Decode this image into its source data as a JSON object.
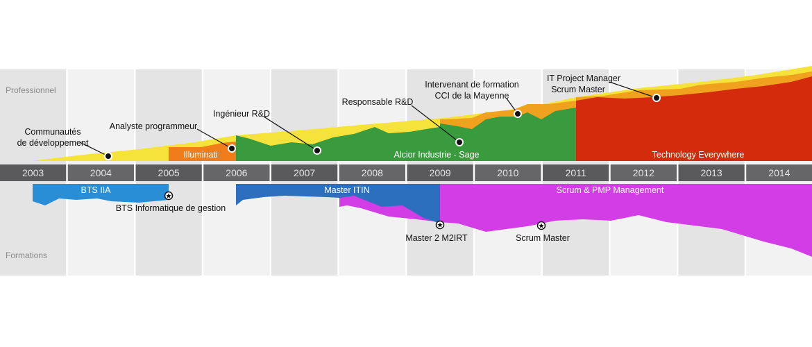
{
  "sections": {
    "professional": "Professionnel",
    "education": "Formations"
  },
  "years": [
    "2003",
    "2004",
    "2005",
    "2006",
    "2007",
    "2008",
    "2009",
    "2010",
    "2011",
    "2012",
    "2013",
    "2014"
  ],
  "professional": {
    "areas": [
      {
        "label": "Illuminati",
        "color": "#f07d1a"
      },
      {
        "label": "Alcior Industrie - Sage",
        "color": "#3a9a3e"
      },
      {
        "label": "Technology Everywhere",
        "color": "#d42b0c"
      }
    ],
    "milestones": [
      {
        "id": "communautes",
        "lines": [
          "Communautés",
          "de développement"
        ]
      },
      {
        "id": "analyste",
        "lines": [
          "Analyste programmeur"
        ]
      },
      {
        "id": "ingenieur",
        "lines": [
          "Ingénieur R&D"
        ]
      },
      {
        "id": "responsable",
        "lines": [
          "Responsable R&D"
        ]
      },
      {
        "id": "intervenant",
        "lines": [
          "Intervenant de formation",
          "CCI de la Mayenne"
        ]
      },
      {
        "id": "itpm",
        "lines": [
          "IT Project Manager",
          "Scrum Master"
        ]
      }
    ]
  },
  "education": {
    "areas": [
      {
        "label": "BTS IIA",
        "color": "#2a8ed6"
      },
      {
        "label": "Master ITIN",
        "color": "#2b6fbe"
      },
      {
        "label": "Scrum & PMP Management",
        "color": "#d23de6"
      }
    ],
    "milestones": [
      {
        "id": "bts-info",
        "lines": [
          "BTS Informatique de gestion"
        ]
      },
      {
        "id": "master2",
        "lines": [
          "Master 2 M2IRT"
        ]
      },
      {
        "id": "scrum-master",
        "lines": [
          "Scrum Master"
        ]
      }
    ]
  },
  "colors": {
    "stripe_dark": "#e4e4e5",
    "stripe_light": "#f2f2f2",
    "year_bg": "#5a5a5c",
    "year_bg_alt": "#666668",
    "yellow": "#f5e23a",
    "orange": "#f0a21f"
  }
}
